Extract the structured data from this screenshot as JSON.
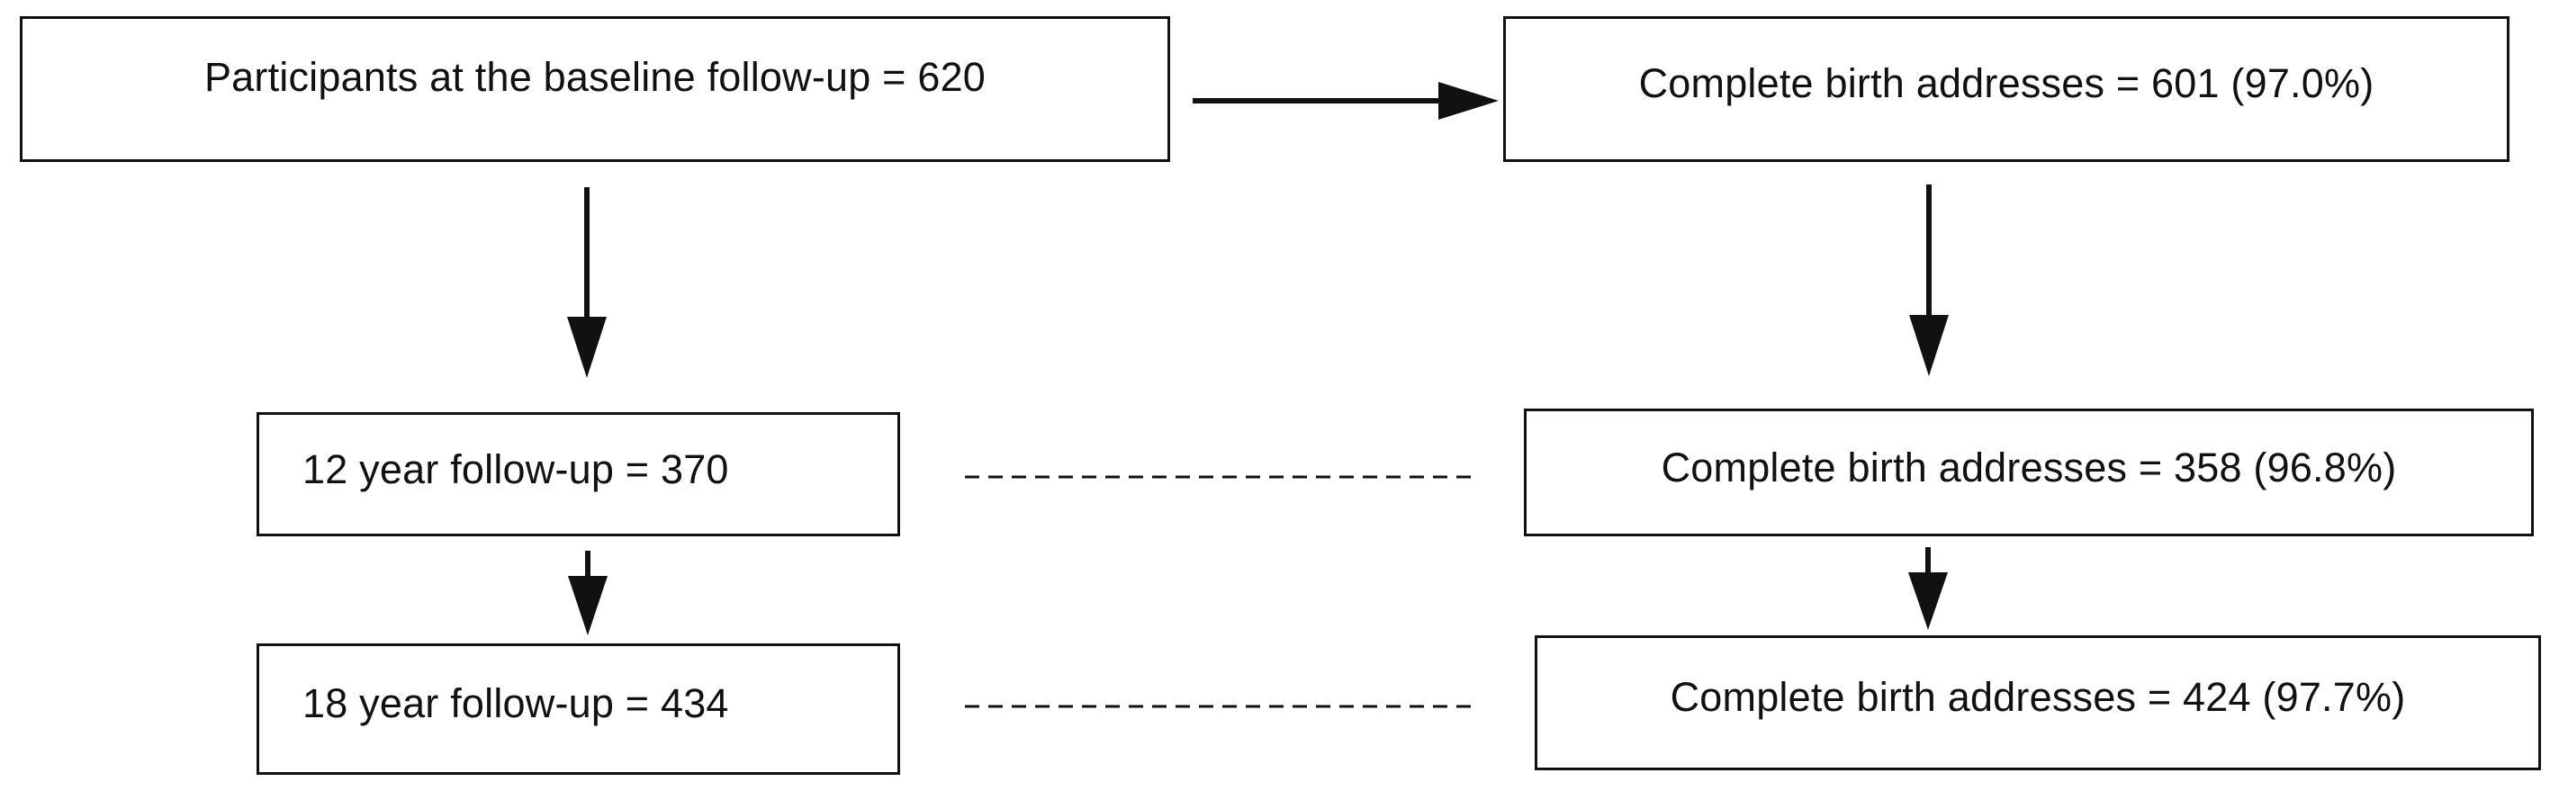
{
  "boxes": {
    "baseline": "Participants at the baseline follow-up = 620",
    "complete_601": "Complete birth addresses = 601 (97.0%)",
    "followup_12": "12 year follow-up = 370",
    "complete_358": "Complete birth addresses = 358 (96.8%)",
    "followup_18": "18 year follow-up = 434",
    "complete_424": "Complete birth addresses = 424 (97.7%)"
  }
}
